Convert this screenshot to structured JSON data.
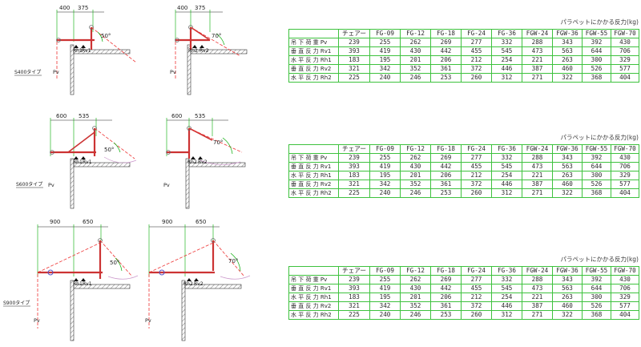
{
  "diagrams": [
    {
      "type_label": "S400タイプ",
      "dims": [
        "400",
        "375"
      ],
      "left": {
        "angle": "50°",
        "labels": [
          "Rh1",
          "Rv1"
        ],
        "pv": "Pv"
      },
      "right": {
        "angle": "70°",
        "labels": [
          "Rh2",
          "Rv2"
        ],
        "pv": "Pv"
      }
    },
    {
      "type_label": "S600タイプ",
      "dims": [
        "600",
        "535"
      ],
      "left": {
        "angle": "50°",
        "labels": [
          "Rh1",
          "Rv1"
        ],
        "pv": "Pv"
      },
      "right": {
        "angle": "70°",
        "labels": [
          "Rh2",
          "Rv2"
        ],
        "pv": "Pv"
      }
    },
    {
      "type_label": "S900タイプ",
      "dims": [
        "900",
        "650"
      ],
      "left": {
        "angle": "50°",
        "labels": [
          "Rh1",
          "Rv1"
        ],
        "pv": "Pv"
      },
      "right": {
        "angle": "70°",
        "labels": [
          "Rh2",
          "Rv2"
        ],
        "pv": "Pv"
      }
    }
  ],
  "tables": [
    {
      "title": "パラペットにかかる反力(kg)",
      "headers": [
        "",
        "チェアー",
        "FG-09",
        "FG-12",
        "FG-18",
        "FG-24",
        "FG-36",
        "FGW-24",
        "FGW-36",
        "FGW-55",
        "FGW-70"
      ],
      "rows": [
        [
          "吊 下 荷 重  Pv",
          "239",
          "255",
          "262",
          "269",
          "277",
          "332",
          "288",
          "343",
          "392",
          "430"
        ],
        [
          "垂 直 反 力  Rv1",
          "393",
          "419",
          "430",
          "442",
          "455",
          "545",
          "473",
          "563",
          "644",
          "706"
        ],
        [
          "水 平 反 力  Rh1",
          "183",
          "195",
          "201",
          "206",
          "212",
          "254",
          "221",
          "263",
          "300",
          "329"
        ],
        [
          "垂 直 反 力  Rv2",
          "321",
          "342",
          "352",
          "361",
          "372",
          "446",
          "387",
          "460",
          "526",
          "577"
        ],
        [
          "水 平 反 力  Rh2",
          "225",
          "240",
          "246",
          "253",
          "260",
          "312",
          "271",
          "322",
          "368",
          "404"
        ]
      ]
    },
    {
      "title": "パラペットにかかる反力(kg)",
      "headers": [
        "",
        "チェアー",
        "FG-09",
        "FG-12",
        "FG-18",
        "FG-24",
        "FG-36",
        "FGW-24",
        "FGW-36",
        "FGW-55",
        "FGW-70"
      ],
      "rows": [
        [
          "吊 下 荷 重  Pv",
          "239",
          "255",
          "262",
          "269",
          "277",
          "332",
          "288",
          "343",
          "392",
          "430"
        ],
        [
          "垂 直 反 力  Rv1",
          "393",
          "419",
          "430",
          "442",
          "455",
          "545",
          "473",
          "563",
          "644",
          "706"
        ],
        [
          "水 平 反 力  Rh1",
          "183",
          "195",
          "201",
          "206",
          "212",
          "254",
          "221",
          "263",
          "300",
          "329"
        ],
        [
          "垂 直 反 力  Rv2",
          "321",
          "342",
          "352",
          "361",
          "372",
          "446",
          "387",
          "460",
          "526",
          "577"
        ],
        [
          "水 平 反 力  Rh2",
          "225",
          "240",
          "246",
          "253",
          "260",
          "312",
          "271",
          "322",
          "368",
          "404"
        ]
      ]
    },
    {
      "title": "パラペットにかかる反力(kg)",
      "headers": [
        "",
        "チェアー",
        "FG-09",
        "FG-12",
        "FG-18",
        "FG-24",
        "FG-36",
        "FGW-24",
        "FGW-36",
        "FGW-55",
        "FGW-70"
      ],
      "rows": [
        [
          "吊 下 荷 重  Pv",
          "239",
          "255",
          "262",
          "269",
          "277",
          "332",
          "288",
          "343",
          "392",
          "430"
        ],
        [
          "垂 直 反 力  Rv1",
          "393",
          "419",
          "430",
          "442",
          "455",
          "545",
          "473",
          "563",
          "644",
          "706"
        ],
        [
          "水 平 反 力  Rh1",
          "183",
          "195",
          "201",
          "206",
          "212",
          "254",
          "221",
          "263",
          "300",
          "329"
        ],
        [
          "垂 直 反 力  Rv2",
          "321",
          "342",
          "352",
          "361",
          "372",
          "446",
          "387",
          "460",
          "526",
          "577"
        ],
        [
          "水 平 反 力  Rh2",
          "225",
          "240",
          "246",
          "253",
          "260",
          "312",
          "271",
          "322",
          "368",
          "404"
        ]
      ]
    }
  ]
}
